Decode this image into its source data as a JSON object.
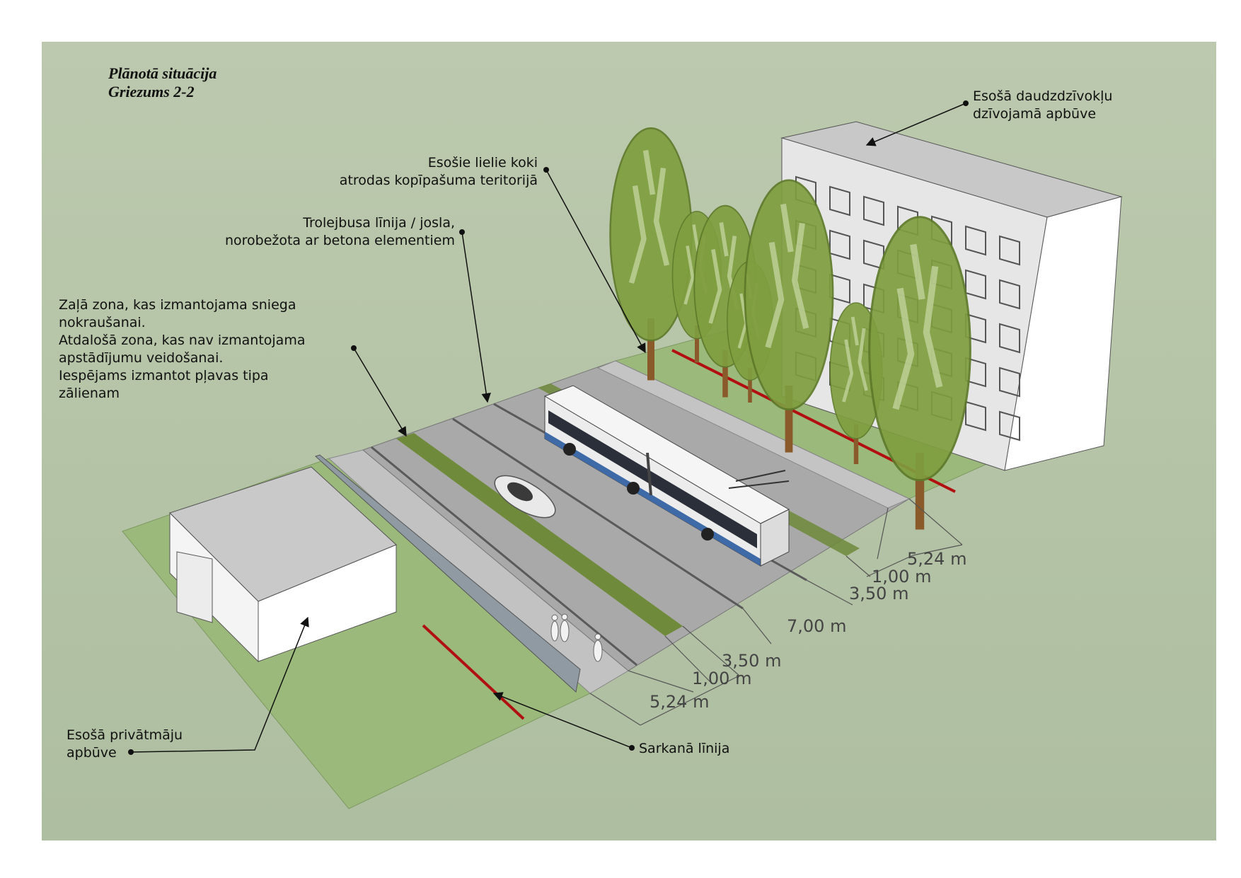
{
  "title": {
    "line1": "Plānotā situācija",
    "line2": "Griezums 2-2"
  },
  "labels": {
    "apartments": [
      "Esošā daudzdzīvokļu",
      "dzīvojamā apbūve"
    ],
    "trees": [
      "Esošie lielie koki",
      "atrodas kopīpašuma teritorijā"
    ],
    "trolley": [
      "Trolejbusa līnija / josla,",
      "norobežota ar betona elementiem"
    ],
    "green_zone": [
      "Zaļā zona, kas izmantojama sniega",
      "nokraušanai.",
      "Atdalošā zona, kas nav izmantojama",
      "apstādījumu veidošanai.",
      "Iespējams izmantot pļavas tipa",
      "zālienam"
    ],
    "private_houses": [
      "Esošā privātmāju",
      "apbūve"
    ],
    "red_line": "Sarkanā līnija"
  },
  "dimensions": {
    "right_side": [
      "5,24 m",
      "1,00 m",
      "3,50 m"
    ],
    "center": "7,00 m",
    "left_side": [
      "3,50 m",
      "1,00 m",
      "5,24 m"
    ]
  },
  "colors": {
    "background": "#b7c5a8",
    "grass": "#9cb97c",
    "road": "#a8a8a8",
    "sidewalk": "#c2c2c2",
    "median": "#6f8a3b",
    "building": "#c8c8c8",
    "red_line": "#b01010",
    "tree": "#7f9e3f"
  }
}
